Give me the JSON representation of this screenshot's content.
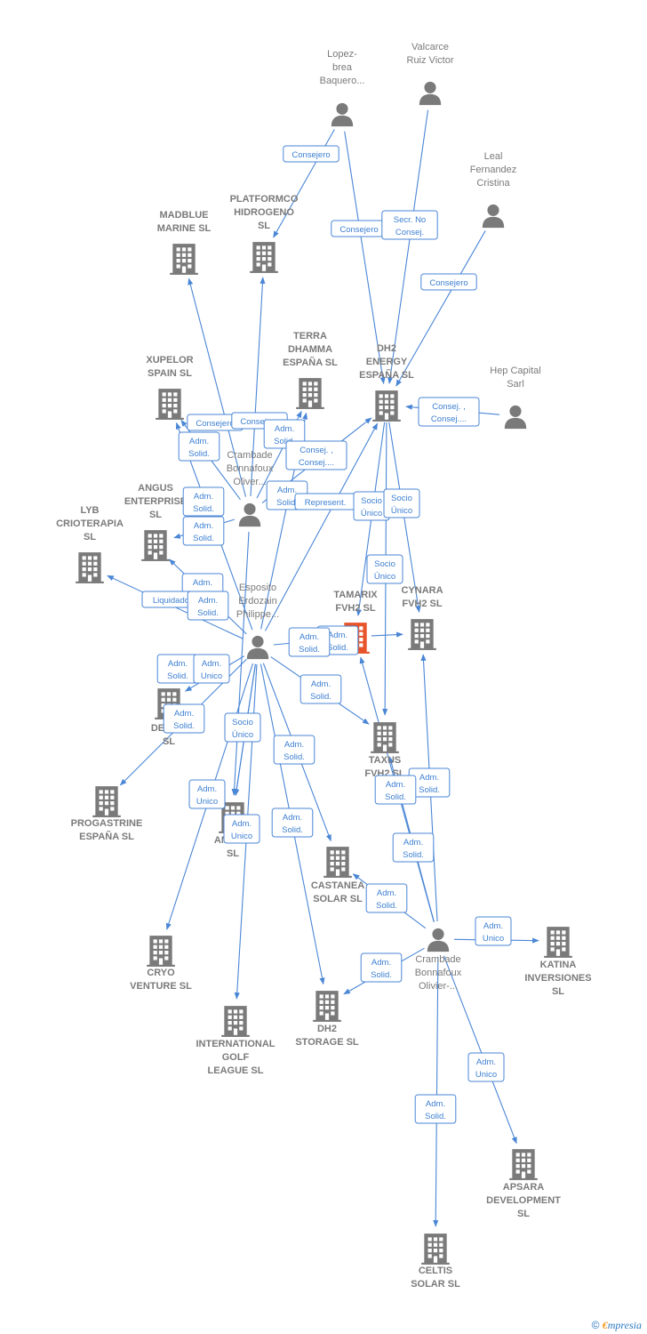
{
  "colors": {
    "edge": "#4a86d6",
    "building": "#7a7a7a",
    "focus_building": "#e8542a",
    "person": "#7a7a7a"
  },
  "nodes": [
    {
      "id": "lopez",
      "type": "person",
      "label": [
        "Lopez-",
        "brea",
        "Baquero..."
      ]
    },
    {
      "id": "valcarce",
      "type": "person",
      "label": [
        "Valcarce",
        "Ruiz Victor"
      ]
    },
    {
      "id": "leal",
      "type": "person",
      "label": [
        "Leal",
        "Fernandez",
        "Cristina"
      ]
    },
    {
      "id": "hep",
      "type": "person",
      "label": [
        "Hep Capital",
        "Sarl"
      ]
    },
    {
      "id": "crambade1",
      "type": "person",
      "label": [
        "Crambade",
        "Bonnafoux",
        "Oliver..."
      ]
    },
    {
      "id": "esposito",
      "type": "person",
      "label": [
        "Esposito",
        "Erdozain",
        "Philippe..."
      ]
    },
    {
      "id": "crambade2",
      "type": "person",
      "label": [
        "Crambade",
        "Bonnafoux",
        "Olivier-..."
      ]
    },
    {
      "id": "madblue",
      "type": "company",
      "label": [
        "MADBLUE",
        "MARINE  SL"
      ]
    },
    {
      "id": "platformco",
      "type": "company",
      "label": [
        "PLATFORMCO",
        "HIDROGENO",
        "SL"
      ]
    },
    {
      "id": "terra",
      "type": "company",
      "label": [
        "TERRA",
        "DHAMMA",
        "ESPAÑA  SL"
      ]
    },
    {
      "id": "dh2energy",
      "type": "company",
      "label": [
        "DH2",
        "ENERGY",
        "ESPAÑA  SL"
      ]
    },
    {
      "id": "xupelor",
      "type": "company",
      "label": [
        "XUPELOR",
        "SPAIN SL"
      ]
    },
    {
      "id": "angus",
      "type": "company",
      "label": [
        "ANGUS",
        "ENTERPRISE",
        "SL"
      ]
    },
    {
      "id": "lyb",
      "type": "company",
      "label": [
        "LYB",
        "CRIOTERAPIA",
        "SL"
      ]
    },
    {
      "id": "tamarix",
      "type": "focus",
      "label": [
        "TAMARIX",
        "FVH2  SL"
      ]
    },
    {
      "id": "cynara",
      "type": "company",
      "label": [
        "CYNARA",
        "FVH2  SL"
      ]
    },
    {
      "id": "deso",
      "type": "company",
      "label": [
        "DESO...",
        "SL"
      ]
    },
    {
      "id": "taxus",
      "type": "company",
      "label": [
        "TAXUS",
        "FVH2  SL"
      ]
    },
    {
      "id": "progastrine",
      "type": "company",
      "label": [
        "PROGASTRINE",
        "ESPAÑA  SL"
      ]
    },
    {
      "id": "anvil",
      "type": "company",
      "label": [
        "ANVIL...",
        "SL"
      ]
    },
    {
      "id": "castanea",
      "type": "company",
      "label": [
        "CASTANEA",
        "SOLAR  SL"
      ]
    },
    {
      "id": "katina",
      "type": "company",
      "label": [
        "KATINA",
        "INVERSIONES",
        "SL"
      ]
    },
    {
      "id": "cryo",
      "type": "company",
      "label": [
        "CRYO",
        "VENTURE  SL"
      ]
    },
    {
      "id": "golf",
      "type": "company",
      "label": [
        "INTERNATIONAL",
        "GOLF",
        "LEAGUE  SL"
      ]
    },
    {
      "id": "dh2storage",
      "type": "company",
      "label": [
        "DH2",
        "STORAGE  SL"
      ]
    },
    {
      "id": "apsara",
      "type": "company",
      "label": [
        "APSARA",
        "DEVELOPMENT",
        "SL"
      ]
    },
    {
      "id": "celtis",
      "type": "company",
      "label": [
        "CELTIS",
        "SOLAR  SL"
      ]
    }
  ],
  "edges": [
    {
      "from": "lopez",
      "to": "platformco",
      "label": [
        "Consejero"
      ]
    },
    {
      "from": "lopez",
      "to": "dh2energy",
      "label": [
        "Consejero"
      ]
    },
    {
      "from": "valcarce",
      "to": "dh2energy",
      "label": [
        "Secr.  No",
        "Consej."
      ]
    },
    {
      "from": "leal",
      "to": "dh2energy",
      "label": [
        "Consejero"
      ]
    },
    {
      "from": "hep",
      "to": "dh2energy",
      "label": [
        "Consej. ,",
        "Consej...."
      ]
    },
    {
      "from": "crambade1",
      "to": "xupelor",
      "label": [
        "Consejero"
      ]
    },
    {
      "from": "crambade1",
      "to": "terra",
      "label": [
        "Consejero"
      ]
    },
    {
      "from": "crambade1",
      "to": "madblue",
      "label": [
        "Adm.",
        "Solid."
      ]
    },
    {
      "from": "crambade1",
      "to": "platformco",
      "label": [
        "Adm.",
        "Solid."
      ]
    },
    {
      "from": "crambade1",
      "to": "dh2energy",
      "label": [
        "Consej. ,",
        "Consej...."
      ]
    },
    {
      "from": "crambade1",
      "to": "angus",
      "label": [
        "Adm.",
        "Solid."
      ]
    },
    {
      "from": "crambade1",
      "to": "anvil",
      "label": [
        "Adm.",
        "Solid."
      ]
    },
    {
      "from": "esposito",
      "to": "xupelor",
      "label": [
        "Adm.",
        "Solid."
      ]
    },
    {
      "from": "esposito",
      "to": "terra",
      "label": [
        "Adm.",
        "Solid."
      ]
    },
    {
      "from": "esposito",
      "to": "dh2energy",
      "label": [
        "Represent."
      ]
    },
    {
      "from": "esposito",
      "to": "lyb",
      "label": [
        "Liquidador"
      ]
    },
    {
      "from": "esposito",
      "to": "angus",
      "label": [
        "Adm.",
        "Solid."
      ]
    },
    {
      "from": "esposito",
      "to": "tamarix",
      "label": [
        "Adm.",
        "Solid."
      ]
    },
    {
      "from": "esposito",
      "to": "deso",
      "label": [
        "Adm.",
        "Solid."
      ]
    },
    {
      "from": "esposito",
      "to": "taxus",
      "label": [
        "Adm.",
        "Solid."
      ]
    },
    {
      "from": "esposito",
      "to": "progastrine",
      "label": [
        "Adm.",
        "Solid."
      ]
    },
    {
      "from": "esposito",
      "to": "anvil",
      "label": [
        "Adm.",
        "Unico"
      ]
    },
    {
      "from": "esposito",
      "to": "castanea",
      "label": [
        "Adm.",
        "Solid."
      ]
    },
    {
      "from": "esposito",
      "to": "cryo",
      "label": [
        "Adm.",
        "Unico"
      ]
    },
    {
      "from": "esposito",
      "to": "golf",
      "label": [
        "Adm.",
        "Unico"
      ]
    },
    {
      "from": "esposito",
      "to": "dh2storage",
      "label": [
        "Adm.",
        "Solid."
      ]
    },
    {
      "from": "esposito",
      "to": "anvil",
      "label": [
        "Socio",
        "Único"
      ]
    },
    {
      "from": "dh2energy",
      "to": "tamarix",
      "label": [
        "Socio",
        "Único"
      ]
    },
    {
      "from": "dh2energy",
      "to": "cynara",
      "label": [
        "Socio",
        "Único"
      ]
    },
    {
      "from": "dh2energy",
      "to": "taxus",
      "label": [
        "Socio",
        "Único"
      ]
    },
    {
      "from": "tamarix",
      "to": "cynara",
      "label": [
        "Adm.",
        "Solid."
      ]
    },
    {
      "from": "crambade2",
      "to": "cynara",
      "label": [
        "Adm.",
        "Solid."
      ]
    },
    {
      "from": "crambade2",
      "to": "tamarix",
      "label": [
        "Adm.",
        "Solid."
      ]
    },
    {
      "from": "crambade2",
      "to": "taxus",
      "label": [
        "Adm.",
        "Solid."
      ]
    },
    {
      "from": "crambade2",
      "to": "castanea",
      "label": [
        "Adm.",
        "Solid."
      ]
    },
    {
      "from": "crambade2",
      "to": "katina",
      "label": [
        "Adm.",
        "Unico"
      ]
    },
    {
      "from": "crambade2",
      "to": "dh2storage",
      "label": [
        "Adm.",
        "Solid."
      ]
    },
    {
      "from": "crambade2",
      "to": "apsara",
      "label": [
        "Adm.",
        "Unico"
      ]
    },
    {
      "from": "crambade2",
      "to": "celtis",
      "label": [
        "Adm.",
        "Solid."
      ]
    }
  ],
  "footer": {
    "copyright": "©",
    "brand_e": "€",
    "brand_rest": "mpresia"
  }
}
